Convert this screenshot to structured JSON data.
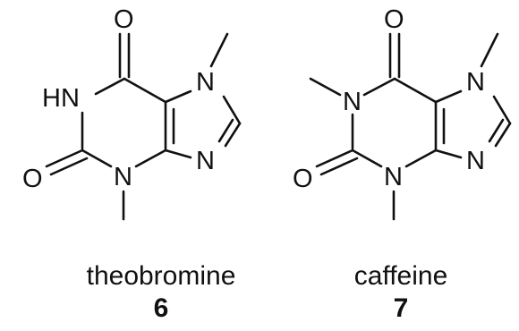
{
  "compounds": [
    {
      "name": "theobromine",
      "number": "6",
      "atoms": {
        "o_top": "O",
        "nh": "HN",
        "o_left": "O",
        "n_bottom": "N",
        "n_right_top": "N",
        "n_right_bottom": "N"
      }
    },
    {
      "name": "caffeine",
      "number": "7",
      "atoms": {
        "o_top": "O",
        "n_left": "N",
        "o_left": "O",
        "n_bottom": "N",
        "n_right_top": "N",
        "n_right_bottom": "N"
      }
    }
  ]
}
